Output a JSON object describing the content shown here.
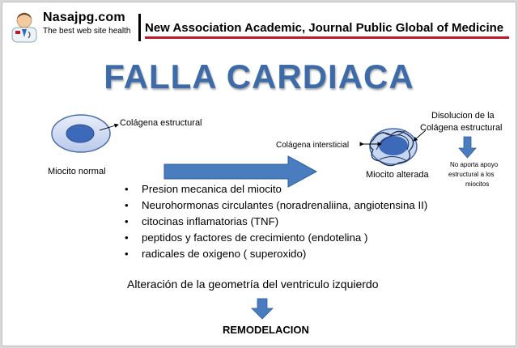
{
  "header": {
    "site_name": "Nasajpg.com",
    "tagline": "The best web site health",
    "journal": "New Association Academic, Journal Public Global of Medicine",
    "accent_color": "#c0192b",
    "logo_icon": "doctor-avatar-icon"
  },
  "title": "FALLA CARDIACA",
  "diagram": {
    "normal_cell_label": "Miocito normal",
    "collagen_structural_label": "Colágena estructural",
    "collagen_interstitial_label": "Colágena intersticial",
    "altered_cell_label": "Miocito alterada",
    "dissolution_label_line1": "Disolucion de la",
    "dissolution_label_line2": "Colágena estructural",
    "no_support_line1": "No aporta apoyo",
    "no_support_line2": "estructural  a los",
    "no_support_line3": "miocitos",
    "arrow_color": "#4a7dbf"
  },
  "causes": [
    "Presion mecanica del miocito",
    "Neurohormonas circulantes (noradrenaliina, angiotensina II)",
    " citocinas inflamatorias (TNF)",
    " peptidos y factores de crecimiento (endotelina )",
    " radicales de oxigeno ( superoxido)"
  ],
  "result": {
    "alteration": "Alteración de la geometría del ventriculo izquierdo",
    "remodeling": "REMODELACION"
  }
}
